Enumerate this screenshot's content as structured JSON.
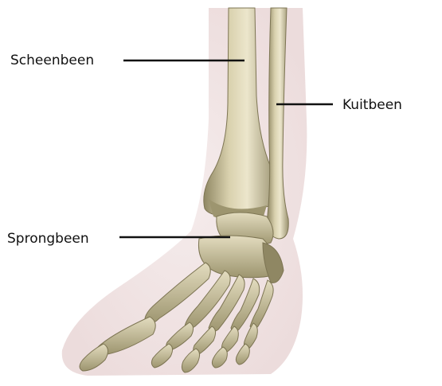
{
  "labels": {
    "tibia": "Scheenbeen",
    "fibula": "Kuitbeen",
    "talus": "Sprongbeen"
  },
  "colors": {
    "bone": "#cfc6a3",
    "bone_shadow": "#8f8763",
    "bone_highlight": "#ece6cc",
    "skin": "#efe2e2",
    "leader_line": "#111111"
  }
}
